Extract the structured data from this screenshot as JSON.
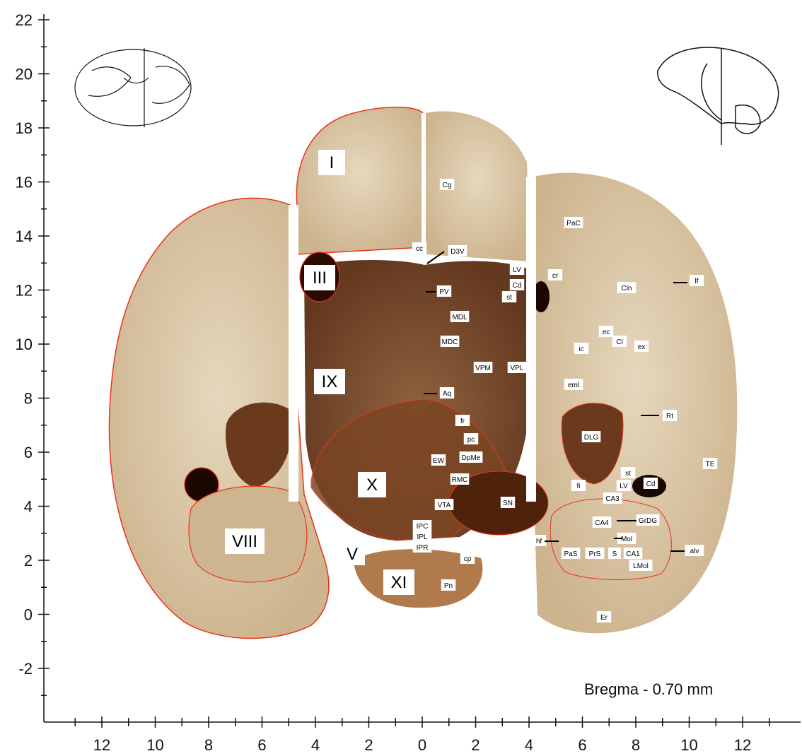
{
  "caption": "Bregma - 0.70 mm",
  "y_axis_ticks": [
    "22",
    "20",
    "18",
    "16",
    "14",
    "12",
    "10",
    "8",
    "6",
    "4",
    "2",
    "0",
    "-2"
  ],
  "x_axis_ticks": [
    "12",
    "10",
    "8",
    "6",
    "4",
    "2",
    "0",
    "2",
    "4",
    "6",
    "8",
    "10",
    "12"
  ],
  "regions": [
    "I",
    "III",
    "IX",
    "X",
    "VIII",
    "V",
    "XI"
  ],
  "structures": [
    "Cg",
    "PaC",
    "cc",
    "D3V",
    "LV",
    "Cd",
    "st",
    "cr",
    "lf",
    "Cln",
    "PV",
    "MDL",
    "MDC",
    "ec",
    "Cl",
    "ex",
    "ic",
    "VPM",
    "VPL",
    "eml",
    "Aq",
    "Rt",
    "fr",
    "pc",
    "DLG",
    "EW",
    "DpMe",
    "TE",
    "st",
    "LV",
    "Cd",
    "RMC",
    "fi",
    "CA3",
    "VTA",
    "SN",
    "GrDG",
    "CA4",
    "IPC",
    "IPL",
    "IPR",
    "hf",
    "Mol",
    "PaS",
    "PrS",
    "S",
    "CA1",
    "alv",
    "cp",
    "LMol",
    "Pn",
    "Er"
  ],
  "colors": {
    "tissue": "#dcc9a8",
    "tissue_dark": "#6b3a1c",
    "outline": "#e8341c",
    "axis": "#111111"
  }
}
